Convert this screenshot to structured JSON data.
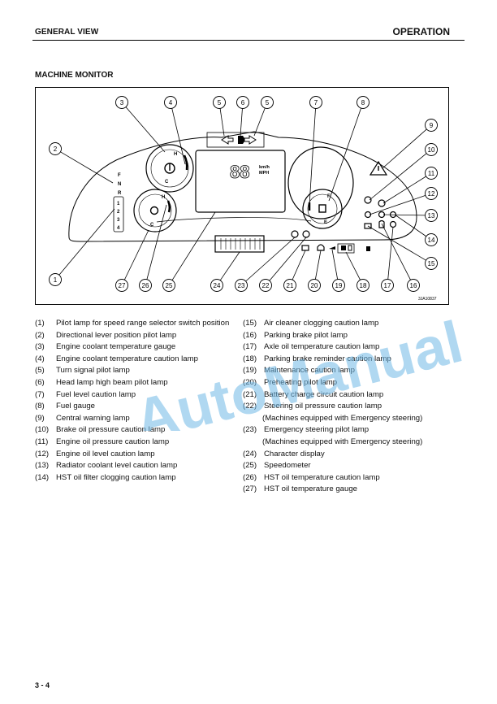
{
  "header": {
    "left": "GENERAL VIEW",
    "right": "OPERATION"
  },
  "section_title": "MACHINE MONITOR",
  "figure": {
    "code": "3JA10837",
    "callouts": [
      "1",
      "2",
      "3",
      "4",
      "5",
      "6",
      "5",
      "7",
      "8",
      "9",
      "10",
      "11",
      "12",
      "13",
      "14",
      "15",
      "16",
      "17",
      "18",
      "19",
      "20",
      "21",
      "22",
      "23",
      "24",
      "25",
      "26",
      "27"
    ],
    "fnr": [
      "F",
      "N",
      "R"
    ],
    "speed_range": [
      "1",
      "2",
      "3",
      "4"
    ],
    "display_value": "88",
    "speed_units": [
      "km/h",
      "MPH"
    ],
    "gauge_marks": {
      "hot": "H",
      "cold": "C",
      "full": "F",
      "empty": "E"
    }
  },
  "legend_left": [
    {
      "num": "(1)",
      "text": "Pilot lamp for speed range selector switch position"
    },
    {
      "num": "(2)",
      "text": "Directional lever position pilot lamp"
    },
    {
      "num": "(3)",
      "text": "Engine coolant temperature gauge"
    },
    {
      "num": "(4)",
      "text": "Engine coolant temperature caution lamp"
    },
    {
      "num": "(5)",
      "text": "Turn signal pilot lamp"
    },
    {
      "num": "(6)",
      "text": "Head lamp high beam pilot lamp"
    },
    {
      "num": "(7)",
      "text": "Fuel level caution lamp"
    },
    {
      "num": "(8)",
      "text": "Fuel gauge"
    },
    {
      "num": "(9)",
      "text": "Central warning lamp"
    },
    {
      "num": "(10)",
      "text": "Brake oil pressure caution lamp"
    },
    {
      "num": "(11)",
      "text": "Engine oil pressure caution lamp"
    },
    {
      "num": "(12)",
      "text": "Engine oil level caution lamp"
    },
    {
      "num": "(13)",
      "text": "Radiator coolant level caution lamp"
    },
    {
      "num": "(14)",
      "text": "HST oil filter clogging caution lamp"
    }
  ],
  "legend_right": [
    {
      "num": "(15)",
      "text": "Air cleaner clogging caution lamp"
    },
    {
      "num": "(16)",
      "text": "Parking brake pilot lamp"
    },
    {
      "num": "(17)",
      "text": "Axle oil temperature caution lamp"
    },
    {
      "num": "(18)",
      "text": "Parking brake reminder caution lamp"
    },
    {
      "num": "(19)",
      "text": "Maintenance caution lamp"
    },
    {
      "num": "(20)",
      "text": "Preheating pilot lamp"
    },
    {
      "num": "(21)",
      "text": "Battery charge circuit caution lamp"
    },
    {
      "num": "(22)",
      "text": "Steering oil pressure caution lamp",
      "note": "(Machines equipped with Emergency steering)"
    },
    {
      "num": "(23)",
      "text": "Emergency steering pilot lamp",
      "note": "(Machines equipped with Emergency steering)"
    },
    {
      "num": "(24)",
      "text": "Character display"
    },
    {
      "num": "(25)",
      "text": "Speedometer"
    },
    {
      "num": "(26)",
      "text": "HST oil temperature caution lamp"
    },
    {
      "num": "(27)",
      "text": "HST oil temperature gauge"
    }
  ],
  "watermark": "AutoManual",
  "page_number": "3 - 4",
  "colors": {
    "watermark": "#6fb8e6",
    "line": "#000000"
  }
}
